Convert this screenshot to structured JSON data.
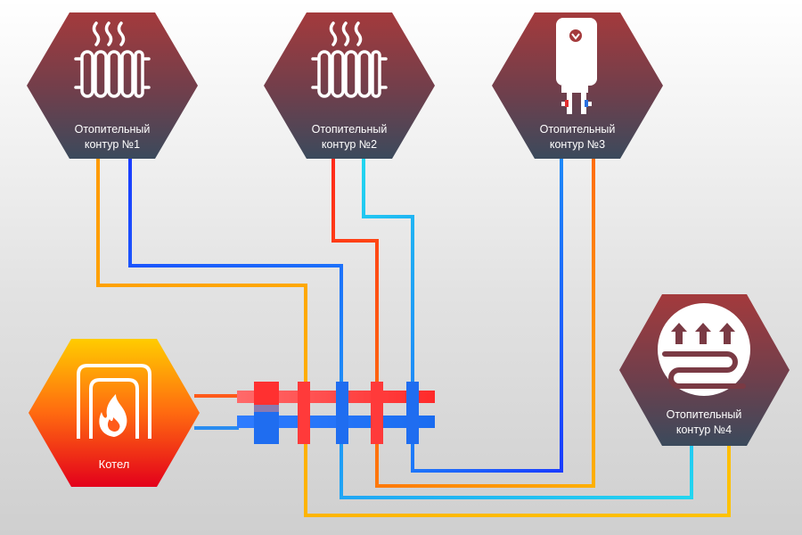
{
  "nodes": {
    "circuit1": {
      "line1": "Отопительный",
      "line2": "контур  №1",
      "icon": "radiator-icon"
    },
    "circuit2": {
      "line1": "Отопительный",
      "line2": "контур  №2",
      "icon": "radiator-icon"
    },
    "circuit3": {
      "line1": "Отопительный",
      "line2": "контур  №3",
      "icon": "water-heater-icon"
    },
    "circuit4": {
      "line1": "Отопительный",
      "line2": "контур  №4",
      "icon": "underfloor-heating-icon"
    },
    "boiler": {
      "label": "Котел",
      "icon": "boiler-fire-icon"
    }
  },
  "colors": {
    "hex_top": "#9b3a3e",
    "hex_bottom": "#3d4a5c",
    "boiler_top": "#ffcc00",
    "boiler_bottom": "#e3001b",
    "hot_pipe": "#ff2a1a",
    "warm_pipe": "#ffb000",
    "cold_pipe": "#1a5cff",
    "cyan_pipe": "#22d6f0"
  }
}
